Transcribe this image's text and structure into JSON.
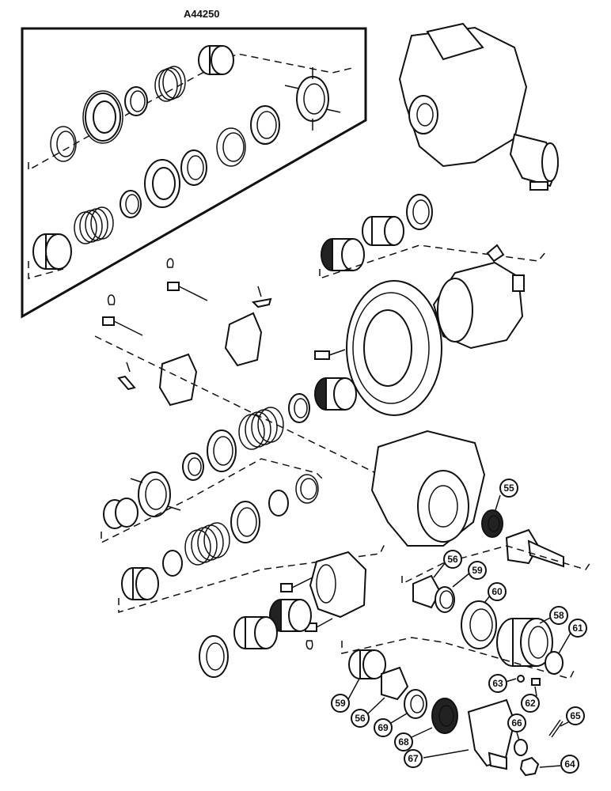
{
  "figure_id": "A44250",
  "callouts": [
    {
      "id": "c55",
      "label": "55"
    },
    {
      "id": "c56a",
      "label": "56"
    },
    {
      "id": "c59a",
      "label": "59"
    },
    {
      "id": "c60",
      "label": "60"
    },
    {
      "id": "c58",
      "label": "58"
    },
    {
      "id": "c61",
      "label": "61"
    },
    {
      "id": "c63",
      "label": "63"
    },
    {
      "id": "c62",
      "label": "62"
    },
    {
      "id": "c59b",
      "label": "59"
    },
    {
      "id": "c56b",
      "label": "56"
    },
    {
      "id": "c69",
      "label": "69"
    },
    {
      "id": "c68",
      "label": "68"
    },
    {
      "id": "c66",
      "label": "66"
    },
    {
      "id": "c65",
      "label": "65"
    },
    {
      "id": "c67",
      "label": "67"
    },
    {
      "id": "c64",
      "label": "64"
    }
  ]
}
